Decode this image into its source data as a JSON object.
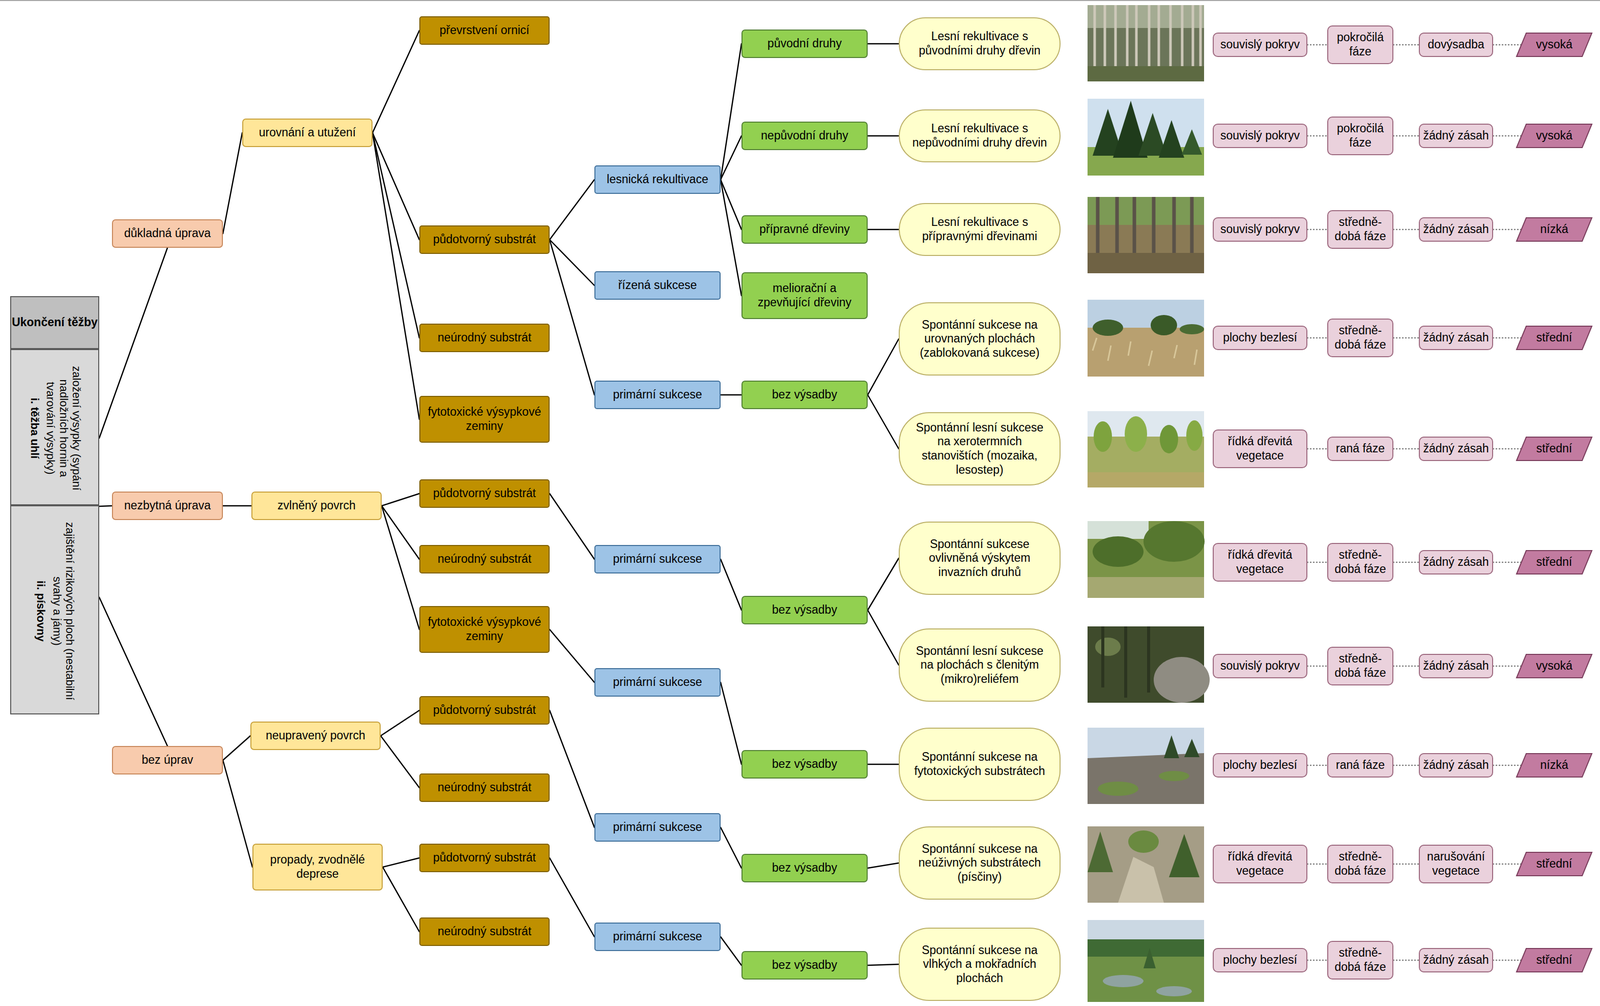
{
  "diagram": {
    "nodes": [
      {
        "text": [
          "Ukončení těžby"
        ]
      },
      {
        "text": [
          "založení výsypky (sypání nadložních hornin a tvarování výsypky)",
          "i. těžba uhlí"
        ]
      },
      {
        "text": [
          "zajištění rizikových ploch (nestabilní svahy a jámy)",
          "ii. pískovny"
        ]
      },
      {
        "text": [
          "důkladná úprava"
        ]
      },
      {
        "text": [
          "nezbytná úprava"
        ]
      },
      {
        "text": [
          "bez úprav"
        ]
      },
      {
        "text": [
          "urovnání a utužení"
        ]
      },
      {
        "text": [
          "zvlněný povrch"
        ]
      },
      {
        "text": [
          "neupravený povrch"
        ]
      },
      {
        "text": [
          "propady, zvodnělé deprese"
        ]
      },
      {
        "text": [
          "převrstvení ornicí"
        ]
      },
      {
        "text": [
          "půdotvorný substrát"
        ]
      },
      {
        "text": [
          "neúrodný substrát"
        ]
      },
      {
        "text": [
          "fytotoxické výsypkové zeminy"
        ]
      },
      {
        "text": [
          "půdotvorný substrát"
        ]
      },
      {
        "text": [
          "neúrodný substrát"
        ]
      },
      {
        "text": [
          "fytotoxické výsypkové zeminy"
        ]
      },
      {
        "text": [
          "půdotvorný substrát"
        ]
      },
      {
        "text": [
          "neúrodný substrát"
        ]
      },
      {
        "text": [
          "půdotvorný substrát"
        ]
      },
      {
        "text": [
          "neúrodný substrát"
        ]
      },
      {
        "text": [
          "lesnická rekultivace"
        ]
      },
      {
        "text": [
          "řízená sukcese"
        ]
      },
      {
        "text": [
          "primární sukcese"
        ]
      },
      {
        "text": [
          "primární sukcese"
        ]
      },
      {
        "text": [
          "primární sukcese"
        ]
      },
      {
        "text": [
          "primární sukcese"
        ]
      },
      {
        "text": [
          "primární sukcese"
        ]
      },
      {
        "text": [
          "původní druhy"
        ]
      },
      {
        "text": [
          "nepůvodní druhy"
        ]
      },
      {
        "text": [
          "přípravné dřeviny"
        ]
      },
      {
        "text": [
          "meliorační a zpevňující dřeviny"
        ]
      },
      {
        "text": [
          "bez výsadby"
        ]
      },
      {
        "text": [
          "bez výsadby"
        ]
      },
      {
        "text": [
          "bez výsadby"
        ]
      },
      {
        "text": [
          "bez výsadby"
        ]
      },
      {
        "text": [
          "bez výsadby"
        ]
      },
      {
        "text": [
          "Lesní rekultivace s původními druhy dřevin"
        ]
      },
      {
        "text": [
          "Lesní rekultivace s nepůvodními druhy dřevin"
        ]
      },
      {
        "text": [
          "Lesní rekultivace s přípravnými dřevinami"
        ]
      },
      {
        "text": [
          "Spontánní sukcese na urovnaných plochách (zablokovaná sukcese)"
        ]
      },
      {
        "text": [
          "Spontánní lesní sukcese na xerotermních stanovištích (mozaika, lesostep)"
        ]
      },
      {
        "text": [
          "Spontánní sukcese ovlivněná výskytem invazních druhů"
        ]
      },
      {
        "text": [
          "Spontánní lesní sukcese na plochách s členitým (mikro)reliéfem"
        ]
      },
      {
        "text": [
          "Spontánní sukcese na fytotoxických substrátech"
        ]
      },
      {
        "text": [
          "Spontánní sukcese na neúživných substrátech (písčiny)"
        ]
      },
      {
        "text": [
          "Spontánní sukcese na vlhkých a mokřadních plochách"
        ]
      },
      {
        "text": [
          "souvislý pokryv"
        ]
      },
      {
        "text": [
          "pokročilá fáze"
        ]
      },
      {
        "text": [
          "dovýsadba"
        ]
      },
      {
        "text": [
          "vysoká"
        ]
      },
      {
        "text": [
          "souvislý pokryv"
        ]
      },
      {
        "text": [
          "pokročilá fáze"
        ]
      },
      {
        "text": [
          "žádný zásah"
        ]
      },
      {
        "text": [
          "vysoká"
        ]
      },
      {
        "text": [
          "souvislý pokryv"
        ]
      },
      {
        "text": [
          "středně-dobá fáze"
        ]
      },
      {
        "text": [
          "žádný zásah"
        ]
      },
      {
        "text": [
          "nízká"
        ]
      },
      {
        "text": [
          "plochy bezlesí"
        ]
      },
      {
        "text": [
          "středně-dobá fáze"
        ]
      },
      {
        "text": [
          "žádný zásah"
        ]
      },
      {
        "text": [
          "střední"
        ]
      },
      {
        "text": [
          "řídká dřevitá vegetace"
        ]
      },
      {
        "text": [
          "raná fáze"
        ]
      },
      {
        "text": [
          "žádný zásah"
        ]
      },
      {
        "text": [
          "střední"
        ]
      },
      {
        "text": [
          "řídká dřevitá vegetace"
        ]
      },
      {
        "text": [
          "středně-dobá fáze"
        ]
      },
      {
        "text": [
          "žádný zásah"
        ]
      },
      {
        "text": [
          "střední"
        ]
      },
      {
        "text": [
          "souvislý pokryv"
        ]
      },
      {
        "text": [
          "středně-dobá fáze"
        ]
      },
      {
        "text": [
          "žádný zásah"
        ]
      },
      {
        "text": [
          "vysoká"
        ]
      },
      {
        "text": [
          "plochy bezlesí"
        ]
      },
      {
        "text": [
          "raná fáze"
        ]
      },
      {
        "text": [
          "žádný zásah"
        ]
      },
      {
        "text": [
          "nízká"
        ]
      },
      {
        "text": [
          "řídká dřevitá vegetace"
        ]
      },
      {
        "text": [
          "středně-dobá fáze"
        ]
      },
      {
        "text": [
          "narušování vegetace"
        ]
      },
      {
        "text": [
          "střední"
        ]
      },
      {
        "text": [
          "plochy bezlesí"
        ]
      },
      {
        "text": [
          "středně-dobá fáze"
        ]
      },
      {
        "text": [
          "žádný zásah"
        ]
      },
      {
        "text": [
          "střední"
        ]
      }
    ],
    "edges": [
      {
        "from": 1,
        "to": 3,
        "arrow": "none"
      },
      {
        "from": 2,
        "to": 4,
        "arrow": "none"
      },
      {
        "from": 2,
        "to": 5,
        "arrow": "none"
      },
      {
        "from": 3,
        "to": 6,
        "arrow": "none"
      },
      {
        "from": 4,
        "to": 7,
        "arrow": "none"
      },
      {
        "from": 5,
        "to": 8,
        "arrow": "none"
      },
      {
        "from": 5,
        "to": 9,
        "arrow": "none"
      },
      {
        "from": 6,
        "to": 10,
        "arrow": "none"
      },
      {
        "from": 6,
        "to": 11,
        "arrow": "none"
      },
      {
        "from": 6,
        "to": 12,
        "arrow": "none"
      },
      {
        "from": 6,
        "to": 13,
        "arrow": "none"
      },
      {
        "from": 7,
        "to": 14,
        "arrow": "none"
      },
      {
        "from": 7,
        "to": 15,
        "arrow": "none"
      },
      {
        "from": 7,
        "to": 16,
        "arrow": "none"
      },
      {
        "from": 8,
        "to": 17,
        "arrow": "none"
      },
      {
        "from": 8,
        "to": 18,
        "arrow": "none"
      },
      {
        "from": 9,
        "to": 19,
        "arrow": "none"
      },
      {
        "from": 9,
        "to": 20,
        "arrow": "none"
      },
      {
        "from": 11,
        "to": 21,
        "arrow": "none"
      },
      {
        "from": 11,
        "to": 22,
        "arrow": "none"
      },
      {
        "from": 11,
        "to": 23,
        "arrow": "none"
      },
      {
        "from": 14,
        "to": 24,
        "arrow": "none"
      },
      {
        "from": 16,
        "to": 25,
        "arrow": "none"
      },
      {
        "from": 17,
        "to": 26,
        "arrow": "none"
      },
      {
        "from": 19,
        "to": 27,
        "arrow": "none"
      },
      {
        "from": 21,
        "to": 28,
        "arrow": "none"
      },
      {
        "from": 21,
        "to": 29,
        "arrow": "none"
      },
      {
        "from": 21,
        "to": 30,
        "arrow": "none"
      },
      {
        "from": 21,
        "to": 31,
        "arrow": "none"
      },
      {
        "from": 23,
        "to": 32,
        "arrow": "none"
      },
      {
        "from": 24,
        "to": 33,
        "arrow": "none"
      },
      {
        "from": 25,
        "to": 34,
        "arrow": "none"
      },
      {
        "from": 26,
        "to": 35,
        "arrow": "none"
      },
      {
        "from": 27,
        "to": 36,
        "arrow": "none"
      },
      {
        "from": 28,
        "to": 37,
        "arrow": "none"
      },
      {
        "from": 29,
        "to": 38,
        "arrow": "none"
      },
      {
        "from": 30,
        "to": 39,
        "arrow": "none"
      },
      {
        "from": 32,
        "to": 40,
        "arrow": "none"
      },
      {
        "from": 32,
        "to": 41,
        "arrow": "none"
      },
      {
        "from": 33,
        "to": 42,
        "arrow": "none"
      },
      {
        "from": 33,
        "to": 43,
        "arrow": "none"
      },
      {
        "from": 34,
        "to": 44,
        "arrow": "none"
      },
      {
        "from": 35,
        "to": 45,
        "arrow": "none"
      },
      {
        "from": 36,
        "to": 46,
        "arrow": "none"
      },
      {
        "from": 47,
        "to": 48,
        "arrow": "none"
      },
      {
        "from": 48,
        "to": 49,
        "arrow": "none"
      },
      {
        "from": 49,
        "to": 50,
        "arrow": "none"
      },
      {
        "from": 51,
        "to": 52,
        "arrow": "none"
      },
      {
        "from": 52,
        "to": 53,
        "arrow": "none"
      },
      {
        "from": 53,
        "to": 54,
        "arrow": "none"
      },
      {
        "from": 55,
        "to": 56,
        "arrow": "none"
      },
      {
        "from": 56,
        "to": 57,
        "arrow": "none"
      },
      {
        "from": 57,
        "to": 58,
        "arrow": "none"
      },
      {
        "from": 59,
        "to": 60,
        "arrow": "none"
      },
      {
        "from": 60,
        "to": 61,
        "arrow": "none"
      },
      {
        "from": 61,
        "to": 62,
        "arrow": "none"
      },
      {
        "from": 63,
        "to": 64,
        "arrow": "none"
      },
      {
        "from": 64,
        "to": 65,
        "arrow": "none"
      },
      {
        "from": 65,
        "to": 66,
        "arrow": "none"
      },
      {
        "from": 67,
        "to": 68,
        "arrow": "none"
      },
      {
        "from": 68,
        "to": 69,
        "arrow": "none"
      },
      {
        "from": 69,
        "to": 70,
        "arrow": "none"
      },
      {
        "from": 71,
        "to": 72,
        "arrow": "none"
      },
      {
        "from": 72,
        "to": 73,
        "arrow": "none"
      },
      {
        "from": 73,
        "to": 74,
        "arrow": "none"
      },
      {
        "from": 75,
        "to": 76,
        "arrow": "none"
      },
      {
        "from": 76,
        "to": 77,
        "arrow": "none"
      },
      {
        "from": 77,
        "to": 78,
        "arrow": "none"
      },
      {
        "from": 79,
        "to": 80,
        "arrow": "none"
      },
      {
        "from": 80,
        "to": 81,
        "arrow": "none"
      },
      {
        "from": 81,
        "to": 82,
        "arrow": "none"
      },
      {
        "from": 83,
        "to": 84,
        "arrow": "none"
      },
      {
        "from": 84,
        "to": 85,
        "arrow": "none"
      },
      {
        "from": 85,
        "to": 86,
        "arrow": "none"
      }
    ]
  }
}
